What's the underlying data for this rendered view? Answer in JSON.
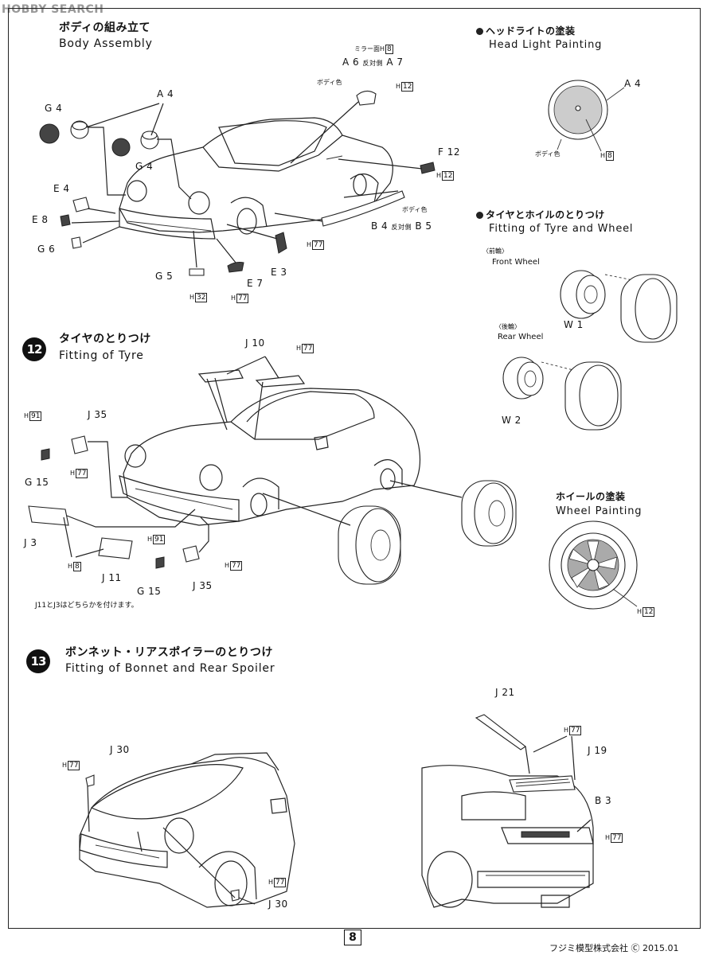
{
  "logo": {
    "text": "HOBBY SEARCH"
  },
  "body_assembly": {
    "title_jp": "ボディの組み立て",
    "title_en": "Body Assembly",
    "labels": {
      "g4_a": "G 4",
      "a4": "A 4",
      "g4_b": "G 4",
      "e4": "E 4",
      "e8": "E 8",
      "g6": "G 6",
      "g5": "G 5",
      "h32": "H",
      "h32_num": "32",
      "e7": "E 7",
      "h77_e7": "H",
      "h77_e7_num": "77",
      "e3": "E 3",
      "h77_b4": "H",
      "h77_b4_num": "77",
      "b4": "B 4",
      "b4_opp": "反対側",
      "b5": "B 5",
      "body_color_b4": "ボディ色",
      "f12": "F 12",
      "h12_f12": "H",
      "h12_f12_num": "12",
      "mirror": "ミラー面",
      "mirror_h": "H",
      "mirror_h_num": "8",
      "a6": "A 6",
      "a6_opp": "反対側",
      "a7": "A 7",
      "body_color_mirror": "ボディ色",
      "h12_mirror": "H",
      "h12_mirror_num": "12"
    }
  },
  "headlight": {
    "title_jp": "ヘッドライトの塗装",
    "title_en": "Head Light Painting",
    "labels": {
      "a4": "A 4",
      "body_color": "ボディ色",
      "h8": "H",
      "h8_num": "8"
    }
  },
  "tyre_wheel": {
    "title_jp": "タイヤとホイルのとりつけ",
    "title_en": "Fitting of Tyre and Wheel",
    "front_jp": "〈前輪〉",
    "front_en": "Front Wheel",
    "w1": "W 1",
    "rear_jp": "〈後輪〉",
    "rear_en": "Rear Wheel",
    "w2": "W 2"
  },
  "step12": {
    "number": "12",
    "title_jp": "タイヤのとりつけ",
    "title_en": "Fitting of Tyre",
    "labels": {
      "j10": "J 10",
      "h77": "H",
      "h77_num": "77",
      "h91_a": "H",
      "h91_a_num": "91",
      "j35_a": "J 35",
      "h77_j35": "H",
      "h77_j35_num": "77",
      "g15_a": "G 15",
      "j3": "J 3",
      "h8": "H",
      "h8_num": "8",
      "j11": "J 11",
      "h91_b": "H",
      "h91_b_num": "91",
      "h77_b": "H",
      "h77_b_num": "77",
      "g15_b": "G 15",
      "j35_b": "J 35"
    },
    "note": "J11とJ3はどちらかを付けます。"
  },
  "wheel_painting": {
    "title_jp": "ホイールの塗装",
    "title_en": "Wheel Painting",
    "h12": "H",
    "h12_num": "12"
  },
  "step13": {
    "number": "13",
    "title_jp": "ボンネット・リアスポイラーのとりつけ",
    "title_en": "Fitting of Bonnet and Rear Spoiler",
    "labels": {
      "h77_j30": "H",
      "h77_j30_num": "77",
      "j30_a": "J 30",
      "h77_b": "H",
      "h77_b_num": "77",
      "j30_b": "J 30",
      "j21": "J 21",
      "h77_j21": "H",
      "h77_j21_num": "77",
      "j19": "J 19",
      "b3": "B 3",
      "h77_b3": "H",
      "h77_b3_num": "77"
    }
  },
  "page_number": "8",
  "footer": "フジミ模型株式会社 Ⓒ 2015.01"
}
